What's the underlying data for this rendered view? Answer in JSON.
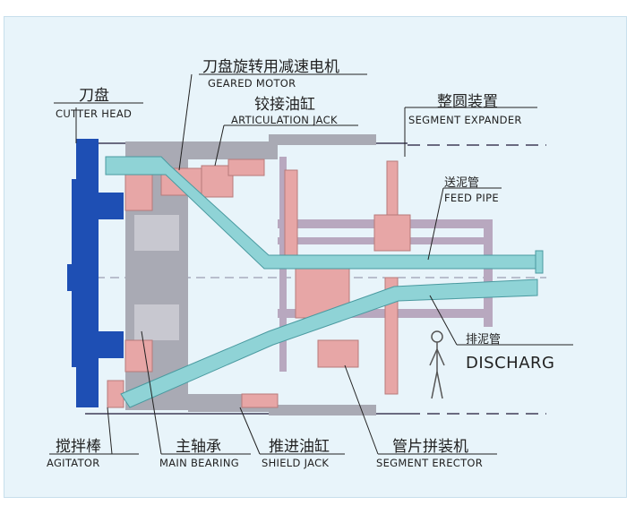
{
  "labels": {
    "cutter_head": {
      "cn": "刀盘",
      "en": "CUTTER HEAD"
    },
    "geared_motor": {
      "cn": "刀盘旋转用减速电机",
      "en": "GEARED MOTOR"
    },
    "articulation_jack": {
      "cn": "铰接油缸",
      "en": "ARTICULATION JACK"
    },
    "segment_expander": {
      "cn": "整圆装置",
      "en": "SEGMENT EXPANDER"
    },
    "feed_pipe": {
      "cn": "送泥管",
      "en": "FEED PIPE"
    },
    "discharge": {
      "cn": "排泥管",
      "en": "DISCHARG"
    },
    "agitator": {
      "cn": "搅拌棒",
      "en": "AGITATOR"
    },
    "main_bearing": {
      "cn": "主轴承",
      "en": "MAIN BEARING"
    },
    "shield_jack": {
      "cn": "推进油缸",
      "en": "SHIELD JACK"
    },
    "segment_erector": {
      "cn": "管片拼装机",
      "en": "SEGMENT ERECTOR"
    }
  },
  "colors": {
    "background": "#e8f4fa",
    "cutter_blue": "#1e4fb4",
    "pipe_cyan": "#8fd3d6",
    "machine_pink": "#e7a6a6",
    "body_grey": "#a9aab4",
    "frame_mauve": "#b8a8bf"
  }
}
